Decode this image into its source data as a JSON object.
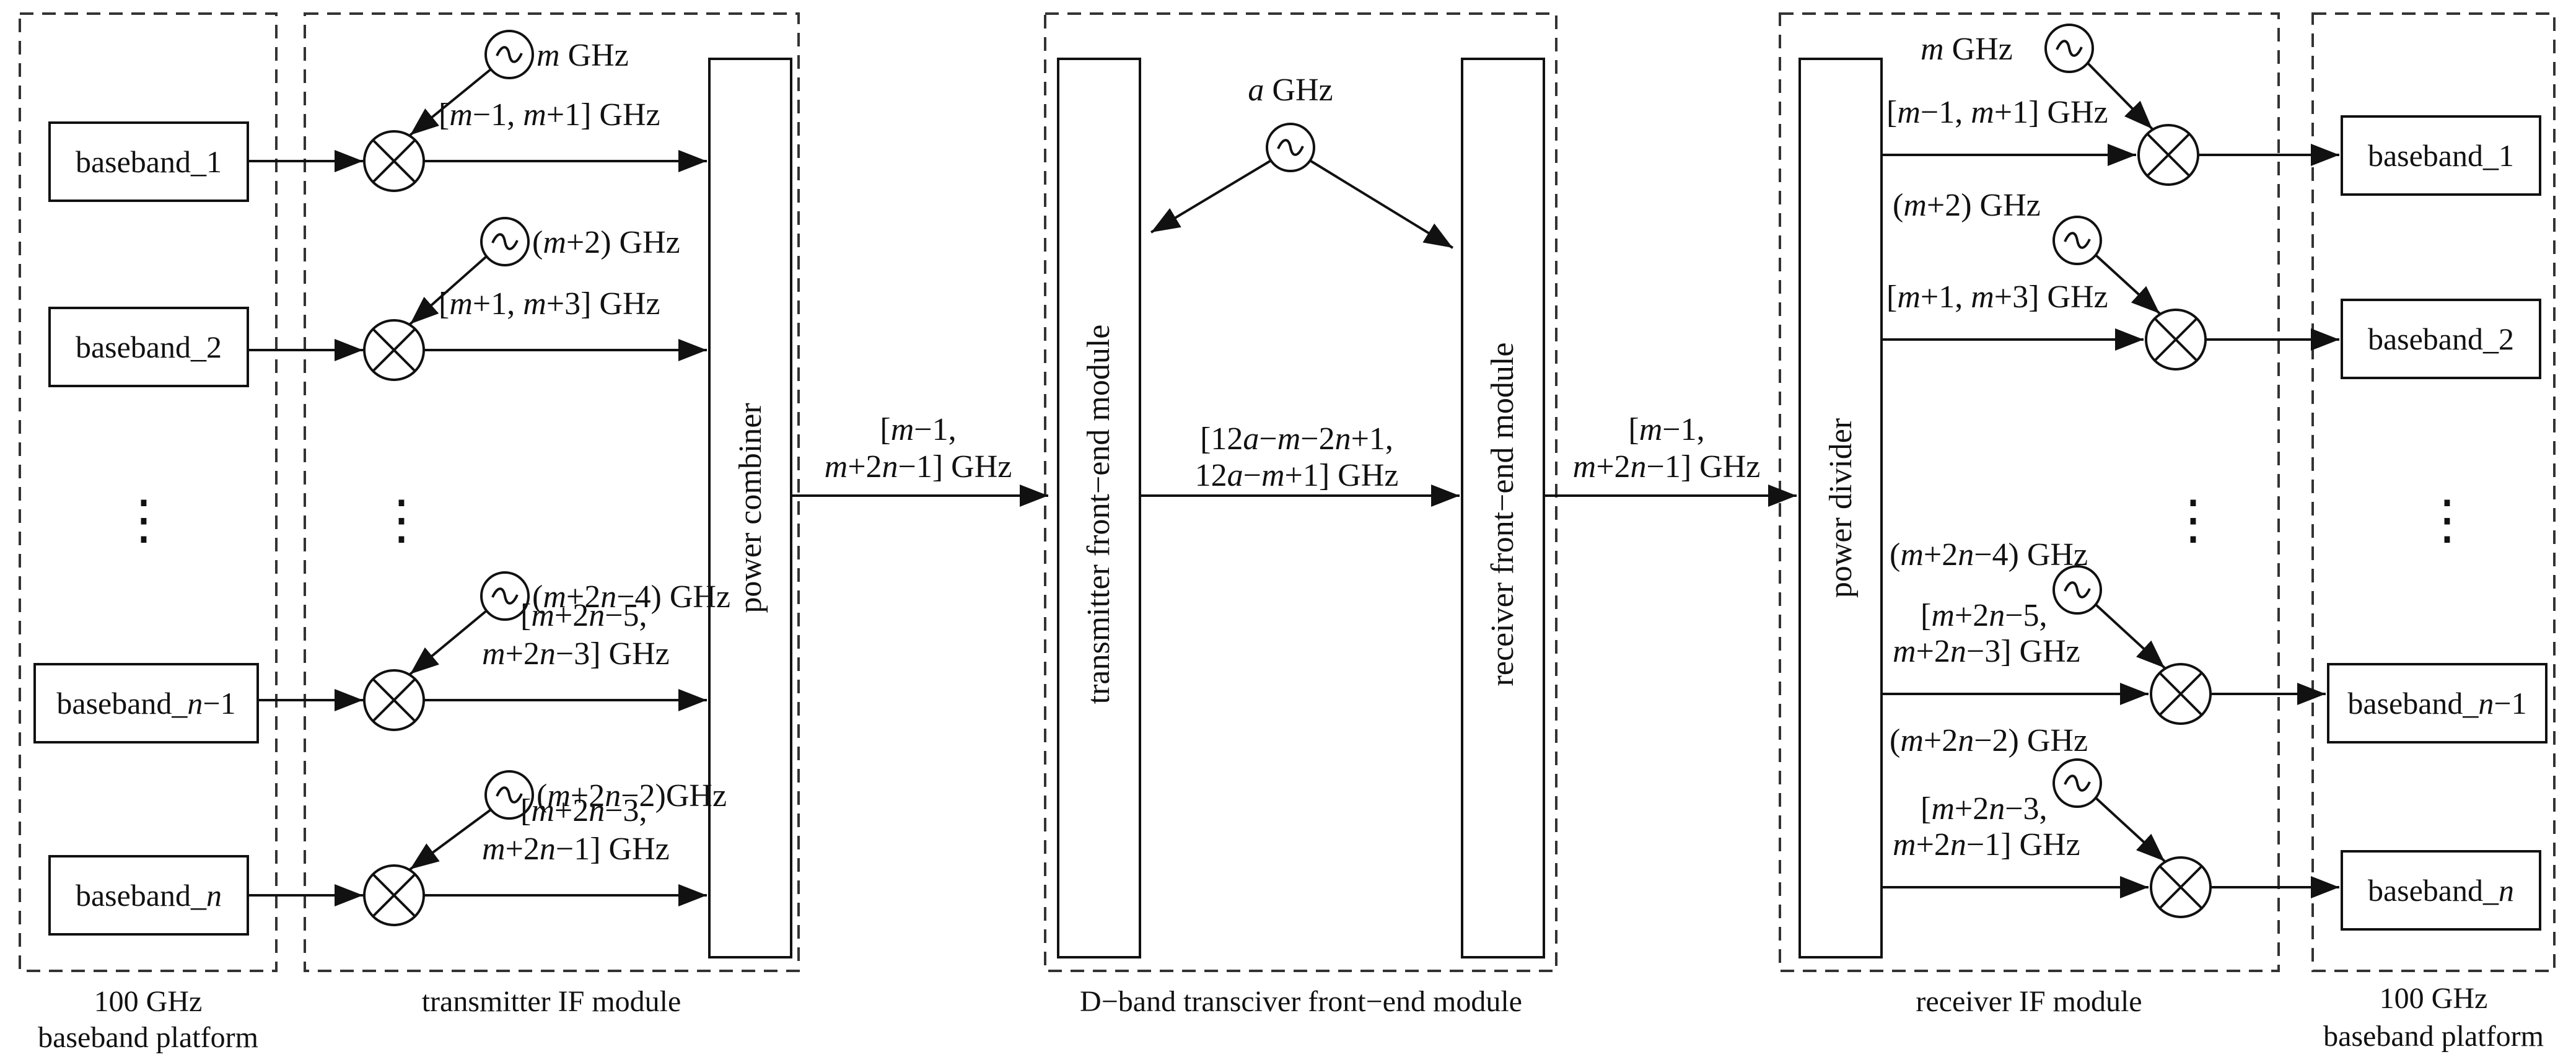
{
  "sections": {
    "left_platform": [
      "100 GHz",
      "baseband platform"
    ],
    "tx_if": "transmitter IF module",
    "front_end": "D−band transciver front−end module",
    "rx_if": "receiver IF module",
    "right_platform": [
      "100 GHz",
      "baseband platform"
    ]
  },
  "baseband_left": [
    {
      "base": "baseband_1",
      "ital": "",
      "tail": ""
    },
    {
      "base": "baseband_2",
      "ital": "",
      "tail": ""
    },
    {
      "base": "baseband_",
      "ital": "n",
      "tail": "−1"
    },
    {
      "base": "baseband_",
      "ital": "n",
      "tail": ""
    }
  ],
  "baseband_right": [
    {
      "base": "baseband_1",
      "ital": "",
      "tail": ""
    },
    {
      "base": "baseband_2",
      "ital": "",
      "tail": ""
    },
    {
      "base": "baseband_",
      "ital": "n",
      "tail": "−1"
    },
    {
      "base": "baseband_",
      "ital": "n",
      "tail": ""
    }
  ],
  "tx_lo": [
    [
      {
        "t": "m",
        "i": true
      },
      {
        "t": " GHz"
      }
    ],
    [
      {
        "t": "("
      },
      {
        "t": "m",
        "i": true
      },
      {
        "t": "+2) GHz"
      }
    ],
    [
      {
        "t": "("
      },
      {
        "t": "m",
        "i": true
      },
      {
        "t": "+2"
      },
      {
        "t": "n",
        "i": true
      },
      {
        "t": "−4) GHz"
      }
    ],
    [
      {
        "t": "("
      },
      {
        "t": "m",
        "i": true
      },
      {
        "t": "+2"
      },
      {
        "t": "n",
        "i": true
      },
      {
        "t": "−2)GHz"
      }
    ]
  ],
  "tx_band": [
    [
      [
        {
          "t": "["
        },
        {
          "t": "m",
          "i": true
        },
        {
          "t": "−1, "
        },
        {
          "t": "m",
          "i": true
        },
        {
          "t": "+1] GHz"
        }
      ]
    ],
    [
      [
        {
          "t": "["
        },
        {
          "t": "m",
          "i": true
        },
        {
          "t": "+1, "
        },
        {
          "t": "m",
          "i": true
        },
        {
          "t": "+3] GHz"
        }
      ]
    ],
    [
      [
        {
          "t": "["
        },
        {
          "t": "m",
          "i": true
        },
        {
          "t": "+2"
        },
        {
          "t": "n",
          "i": true
        },
        {
          "t": "−5,"
        }
      ],
      [
        {
          "t": "m",
          "i": true
        },
        {
          "t": "+2"
        },
        {
          "t": "n",
          "i": true
        },
        {
          "t": "−3] GHz"
        }
      ]
    ],
    [
      [
        {
          "t": "["
        },
        {
          "t": "m",
          "i": true
        },
        {
          "t": "+2"
        },
        {
          "t": "n",
          "i": true
        },
        {
          "t": "−3,"
        }
      ],
      [
        {
          "t": "m",
          "i": true
        },
        {
          "t": "+2"
        },
        {
          "t": "n",
          "i": true
        },
        {
          "t": "−1] GHz"
        }
      ]
    ]
  ],
  "rx_lo": [
    [
      {
        "t": "m",
        "i": true
      },
      {
        "t": " GHz"
      }
    ],
    [
      {
        "t": "("
      },
      {
        "t": "m",
        "i": true
      },
      {
        "t": "+2) GHz"
      }
    ],
    [
      {
        "t": "("
      },
      {
        "t": "m",
        "i": true
      },
      {
        "t": "+2"
      },
      {
        "t": "n",
        "i": true
      },
      {
        "t": "−4) GHz"
      }
    ],
    [
      {
        "t": "("
      },
      {
        "t": "m",
        "i": true
      },
      {
        "t": "+2"
      },
      {
        "t": "n",
        "i": true
      },
      {
        "t": "−2) GHz"
      }
    ]
  ],
  "rx_band": [
    [
      [
        {
          "t": "["
        },
        {
          "t": "m",
          "i": true
        },
        {
          "t": "−1, "
        },
        {
          "t": "m",
          "i": true
        },
        {
          "t": "+1] GHz"
        }
      ]
    ],
    [
      [
        {
          "t": "["
        },
        {
          "t": "m",
          "i": true
        },
        {
          "t": "+1, "
        },
        {
          "t": "m",
          "i": true
        },
        {
          "t": "+3] GHz"
        }
      ]
    ],
    [
      [
        {
          "t": "["
        },
        {
          "t": "m",
          "i": true
        },
        {
          "t": "+2"
        },
        {
          "t": "n",
          "i": true
        },
        {
          "t": "−5,"
        }
      ],
      [
        {
          "t": "m",
          "i": true
        },
        {
          "t": "+2"
        },
        {
          "t": "n",
          "i": true
        },
        {
          "t": "−3] GHz"
        }
      ]
    ],
    [
      [
        {
          "t": "["
        },
        {
          "t": "m",
          "i": true
        },
        {
          "t": "+2"
        },
        {
          "t": "n",
          "i": true
        },
        {
          "t": "−3,"
        }
      ],
      [
        {
          "t": "m",
          "i": true
        },
        {
          "t": "+2"
        },
        {
          "t": "n",
          "i": true
        },
        {
          "t": "−1] GHz"
        }
      ]
    ]
  ],
  "blocks": {
    "power_combiner": "power combiner",
    "tx_front_end": "transmitter front−end module",
    "rx_front_end": "receiver front−end module",
    "power_divider": "power divider"
  },
  "links": {
    "combiner_to_tx": [
      [
        {
          "t": "["
        },
        {
          "t": "m",
          "i": true
        },
        {
          "t": "−1,"
        }
      ],
      [
        {
          "t": "m",
          "i": true
        },
        {
          "t": "+2"
        },
        {
          "t": "n",
          "i": true
        },
        {
          "t": "−1] GHz"
        }
      ]
    ],
    "tx_to_rx": [
      [
        {
          "t": "[12"
        },
        {
          "t": "a",
          "i": true
        },
        {
          "t": "−"
        },
        {
          "t": "m",
          "i": true
        },
        {
          "t": "−2"
        },
        {
          "t": "n",
          "i": true
        },
        {
          "t": "+1,"
        }
      ],
      [
        {
          "t": "12"
        },
        {
          "t": "a",
          "i": true
        },
        {
          "t": "−"
        },
        {
          "t": "m",
          "i": true
        },
        {
          "t": "+1] GHz"
        }
      ]
    ],
    "rx_to_divider": [
      [
        {
          "t": "["
        },
        {
          "t": "m",
          "i": true
        },
        {
          "t": "−1,"
        }
      ],
      [
        {
          "t": "m",
          "i": true
        },
        {
          "t": "+2"
        },
        {
          "t": "n",
          "i": true
        },
        {
          "t": "−1] GHz"
        }
      ]
    ],
    "rf_lo": [
      {
        "t": "a",
        "i": true
      },
      {
        "t": " GHz"
      }
    ]
  },
  "ellipsis": "⋮"
}
